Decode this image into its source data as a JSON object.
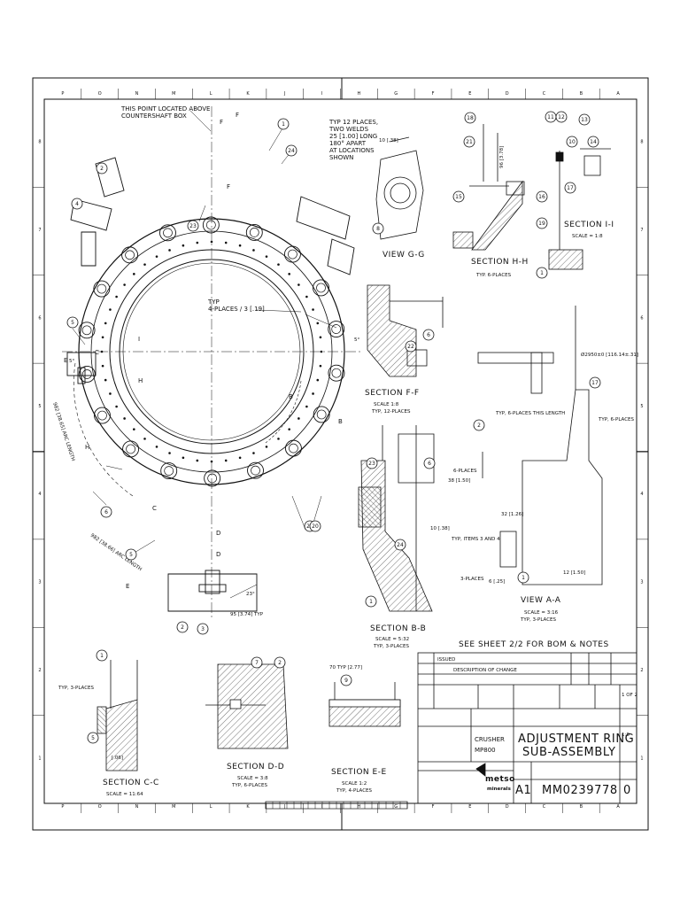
{
  "notes": {
    "top_left_1": "THIS POINT LOCATED ABOVE",
    "top_left_2": "COUNTERSHAFT BOX",
    "welds_1": "TYP 12 PLACES,",
    "welds_2": "TWO WELDS",
    "welds_3": "25 [1.00] LONG",
    "welds_4": "180° APART",
    "welds_5": "AT LOCATIONS",
    "welds_6": "SHOWN",
    "typ4_1": "TYP",
    "typ4_2": "4-PLACES / 3 [.19]",
    "see_sheet": "SEE SHEET 2/2 FOR BOM & NOTES",
    "dim_ff": "10 [.38]",
    "dim_hh": "96 [3.78]",
    "dim_bb": "10 [.38]",
    "dim_2850": "Ø2950±0 [116.14±.31]",
    "dim_95": "95 [3.74] TYP",
    "dim_23": "23°",
    "dim_5": "5°",
    "dim_32": "32 [1.26]",
    "dim_6": "6 [.25]",
    "dim_38": "38 [1.50]",
    "dim_12": "12 [1.50]",
    "dim_70": "70 TYP [2.77]",
    "dim_c": "[.06]",
    "arc1": "982 [38.65] ARC LENGTH",
    "arc2": "982 [38.66] ARC LENGTH",
    "typ_6places_1": "TYP, 6-PLACES THIS LENGTH",
    "typ_6places_2": "TYP, 6-PLACES",
    "typ_6places_3": "6-PLACES",
    "typ_6places_4": "3-PLACES",
    "typ_items": "TYP, ITEMS 3 AND 4",
    "typ_3places": "TYP, 3-PLACES"
  },
  "sections": {
    "gg": "VIEW G-G",
    "hh": "SECTION H-H",
    "hh_sub": "TYP. 6-PLACES",
    "ii": "SECTION I-I",
    "ii_sub": "SCALE = 1:8",
    "ff": "SECTION F-F",
    "ff_sub1": "SCALE 1:8",
    "ff_sub2": "TYP, 12-PLACES",
    "aa": "VIEW A-A",
    "aa_sub1": "SCALE = 3:16",
    "aa_sub2": "TYP, 3-PLACES",
    "bb": "SECTION B-B",
    "bb_sub1": "SCALE = 5:32",
    "bb_sub2": "TYP, 3-PLACES",
    "cc": "SECTION C-C",
    "cc_sub": "SCALE = 11:64",
    "dd": "SECTION D-D",
    "dd_sub1": "SCALE = 3:8",
    "dd_sub2": "TYP, 6-PLACES",
    "ee": "SECTION E-E",
    "ee_sub1": "SCALE 1:2",
    "ee_sub2": "TYP, 4-PLACES"
  },
  "title_block": {
    "rev_header": "DESCRIPTION OF CHANGE",
    "issued": "ISSUED",
    "model_label": "CRUSHER",
    "model": "MP800",
    "title_1": "ADJUSTMENT RING",
    "title_2": "SUB-ASSEMBLY",
    "size": "A1",
    "drawing_number": "MM0239778",
    "rev": "0",
    "sheet": "1 OF 2",
    "scale": "1:8",
    "company_1": "metso",
    "company_2": "minerals"
  },
  "grid": {
    "top": [
      "P",
      "O",
      "N",
      "M",
      "L",
      "K",
      "J",
      "I",
      "H",
      "G",
      "F",
      "E",
      "D",
      "C",
      "B",
      "A"
    ],
    "side": [
      "8",
      "7",
      "6",
      "5",
      "4",
      "3",
      "2",
      "1"
    ]
  },
  "balloons": [
    "1",
    "2",
    "3",
    "4",
    "5",
    "6",
    "7",
    "8",
    "9",
    "10",
    "11",
    "12",
    "13",
    "14",
    "15",
    "16",
    "17",
    "18",
    "19",
    "20",
    "21",
    "22",
    "23",
    "24"
  ]
}
